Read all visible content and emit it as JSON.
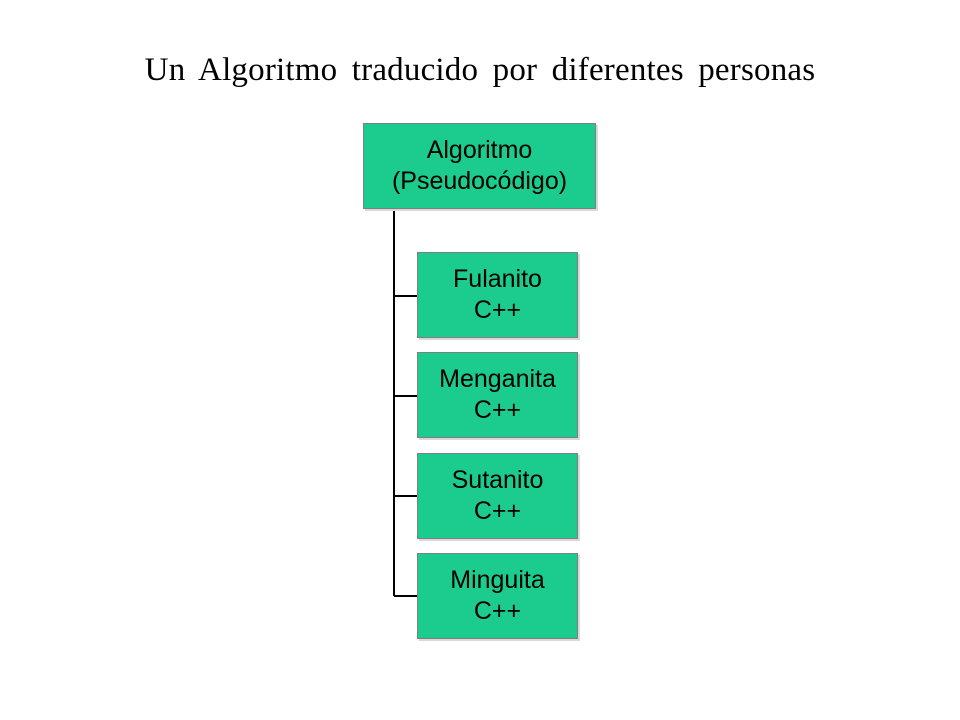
{
  "title": "Un Algoritmo traducido por diferentes personas",
  "root": {
    "line1": "Algoritmo",
    "line2": "(Pseudocódigo)"
  },
  "children": [
    {
      "name": "Fulanito",
      "language": "C++"
    },
    {
      "name": "Menganita",
      "language": "C++"
    },
    {
      "name": "Sutanito",
      "language": "C++"
    },
    {
      "name": "Minguita",
      "language": "C++"
    }
  ],
  "colors": {
    "node_fill": "#1bcc8e",
    "node_border": "#7f7f7f",
    "connector": "#000000"
  }
}
